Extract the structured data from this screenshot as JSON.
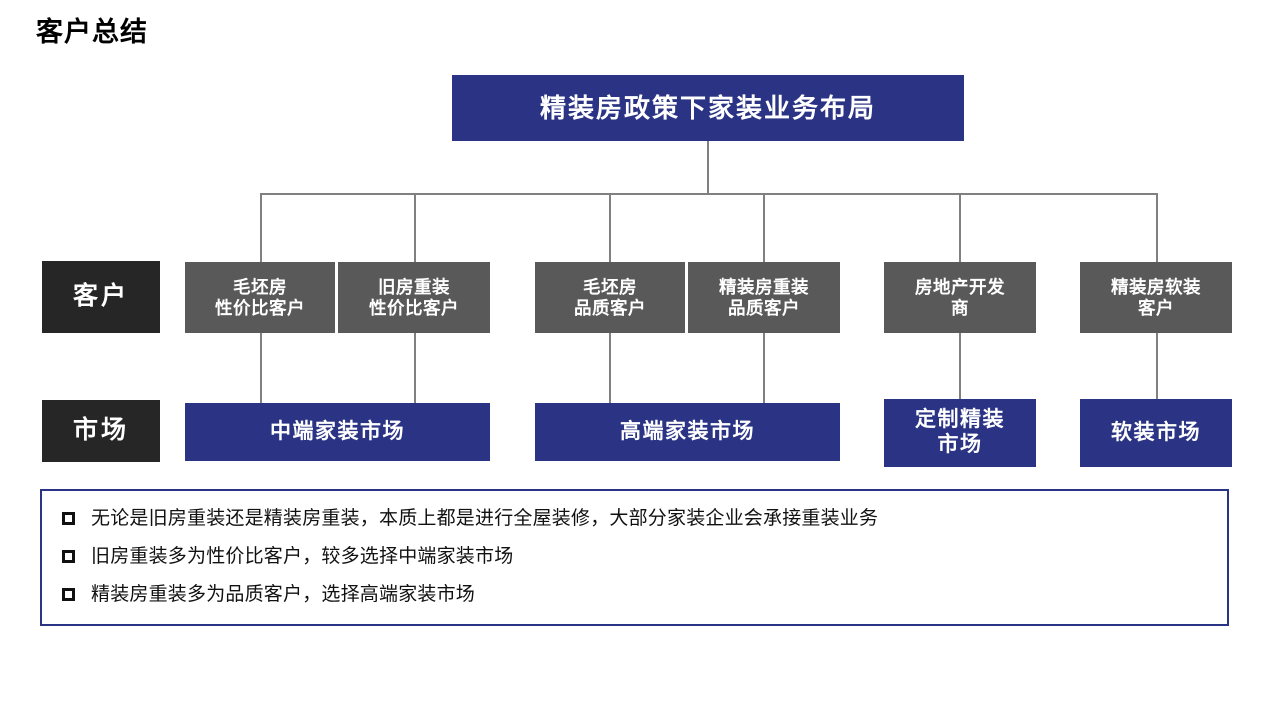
{
  "page_title": "客户总结",
  "colors": {
    "accent_blue": "#2b3484",
    "dark_label": "#262626",
    "gray_node": "#595959",
    "connector": "#808080",
    "text_on_fill": "#ffffff",
    "notes_border": "#2b3484"
  },
  "diagram": {
    "root": {
      "label": "精装房政策下家装业务布局"
    },
    "row_labels": [
      {
        "id": "customer",
        "label": "客户"
      },
      {
        "id": "market",
        "label": "市场"
      }
    ],
    "customers": [
      {
        "id": "c1",
        "label": "毛坯房\n性价比客户",
        "line1": "毛坯房",
        "line2": "性价比客户"
      },
      {
        "id": "c2",
        "label": "旧房重装\n性价比客户",
        "line1": "旧房重装",
        "line2": "性价比客户"
      },
      {
        "id": "c3",
        "label": "毛坯房\n品质客户",
        "line1": "毛坯房",
        "line2": "品质客户"
      },
      {
        "id": "c4",
        "label": "精装房重装\n品质客户",
        "line1": "精装房重装",
        "line2": "品质客户"
      },
      {
        "id": "c5",
        "label": "房地产开发\n商",
        "line1": "房地产开发",
        "line2": "商"
      },
      {
        "id": "c6",
        "label": "精装房软装\n客户",
        "line1": "精装房软装",
        "line2": "客户"
      }
    ],
    "markets": [
      {
        "id": "m1",
        "label": "中端家装市场",
        "line1": "中端家装市场",
        "line2": ""
      },
      {
        "id": "m2",
        "label": "高端家装市场",
        "line1": "高端家装市场",
        "line2": ""
      },
      {
        "id": "m3",
        "label": "定制精装\n市场",
        "line1": "定制精装",
        "line2": "市场"
      },
      {
        "id": "m4",
        "label": "软装市场",
        "line1": "软装市场",
        "line2": ""
      }
    ]
  },
  "notes": {
    "bullet_glyph": "square-outline",
    "items": [
      {
        "text": "无论是旧房重装还是精装房重装，本质上都是进行全屋装修，大部分家装企业会承接重装业务"
      },
      {
        "text": "旧房重装多为性价比客户，较多选择中端家装市场"
      },
      {
        "text": "精装房重装多为品质客户，选择高端家装市场"
      }
    ]
  }
}
